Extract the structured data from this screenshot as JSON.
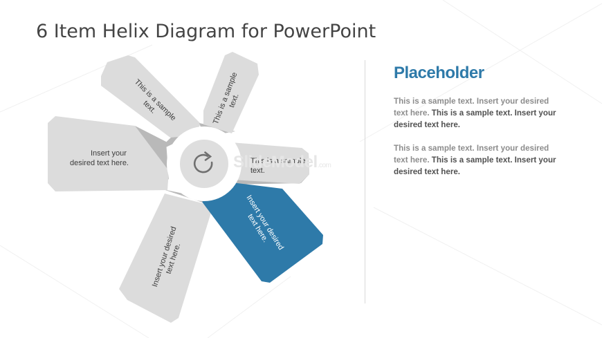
{
  "title": "6 Item Helix Diagram for PowerPoint",
  "watermark": {
    "brand": "SlideModel",
    "domain": ".com"
  },
  "colors": {
    "accent": "#2e7aa9",
    "blade": "#dcdcdc",
    "blade_shadow": "#b9b9b9",
    "hub": "#dedede",
    "icon": "#707070"
  },
  "diagram": {
    "center_icon": "refresh-icon",
    "blades": [
      {
        "lines": [
          "This is a sample",
          "text."
        ],
        "highlight": false
      },
      {
        "lines": [
          "This is a sample",
          "text."
        ],
        "highlight": false
      },
      {
        "lines": [
          "This is a sample",
          "text."
        ],
        "highlight": false
      },
      {
        "lines": [
          "Insert your desired",
          "text here."
        ],
        "highlight": true
      },
      {
        "lines": [
          "Insert your desired",
          "text here."
        ],
        "highlight": false
      },
      {
        "lines": [
          "Insert your",
          "desired text here."
        ],
        "highlight": false
      }
    ]
  },
  "placeholder": {
    "heading": "Placeholder",
    "paragraphs": [
      {
        "light": "This is a sample text. Insert your desired text here.",
        "dark": " This is a sample text. Insert your desired text here."
      },
      {
        "light": "This is a sample text. Insert your desired text here.",
        "dark": " This is a sample text. Insert your desired text here."
      }
    ]
  }
}
